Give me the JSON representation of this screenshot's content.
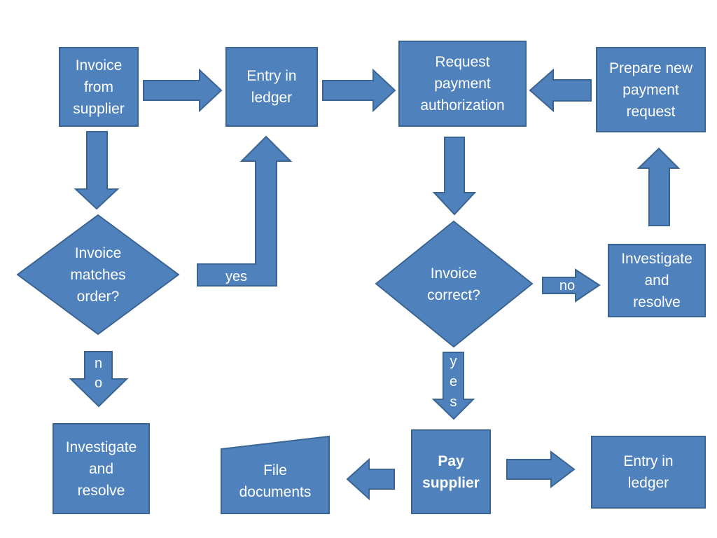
{
  "colors": {
    "fill": "#4f81bd",
    "stroke": "#3a6592",
    "text": "#ffffff",
    "background": "#ffffff"
  },
  "nodes": {
    "invoice_from_supplier": "Invoice\nfrom\nsupplier",
    "entry_in_ledger_top": "Entry in\nledger",
    "request_payment_authorization": "Request\npayment\nauthorization",
    "prepare_new_payment_request": "Prepare new\npayment\nrequest",
    "invoice_matches_order": "Invoice\nmatches\norder?",
    "invoice_correct": "Invoice\ncorrect?",
    "investigate_and_resolve_right": "Investigate\nand\nresolve",
    "investigate_and_resolve_left": "Investigate\nand\nresolve",
    "file_documents": "File\ndocuments",
    "pay_supplier": "Pay\nsupplier",
    "entry_in_ledger_bottom": "Entry in\nledger"
  },
  "edge_labels": {
    "matches_yes": "yes",
    "matches_no": "n\no",
    "correct_no": "no",
    "correct_yes": "y\ne\ns"
  }
}
